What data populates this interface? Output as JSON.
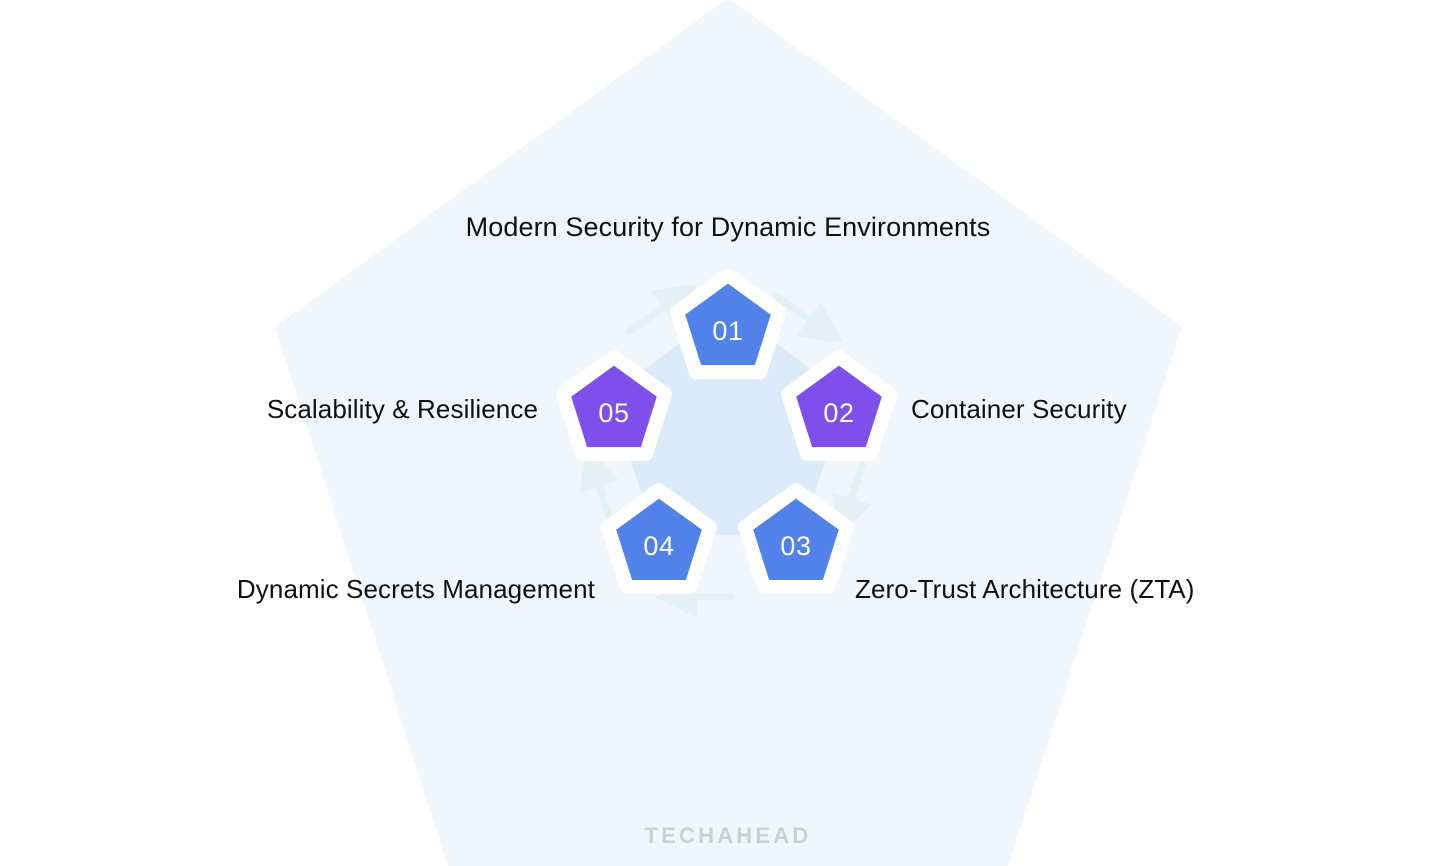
{
  "title": "Modern Security for Dynamic Environments",
  "watermark": "TECHAHEAD",
  "colors": {
    "background": "#ffffff",
    "outer_pentagon": "#f0f7fc",
    "inner_pentagon": "#dcebf9",
    "blue_node": "#5182ea",
    "purple_node": "#7f4fec",
    "node_outline": "#ffffff",
    "label_text": "#101010",
    "watermark_text": "#c9cfd6",
    "connector_arrow": "#e3f0f6"
  },
  "chart_data": {
    "type": "diagram",
    "title": "Modern Security for Dynamic Environments",
    "layout": "pentagon-cycle",
    "node_count": 5,
    "nodes": [
      {
        "number": "01",
        "label": "",
        "color": "#5182ea",
        "position": "top",
        "angle_deg": 0
      },
      {
        "number": "02",
        "label": "Container Security",
        "color": "#7f4fec",
        "position": "right",
        "angle_deg": 72
      },
      {
        "number": "03",
        "label": "Zero-Trust Architecture (ZTA)",
        "color": "#5182ea",
        "position": "bottom-right",
        "angle_deg": 144
      },
      {
        "number": "04",
        "label": "Dynamic Secrets Management",
        "color": "#5182ea",
        "position": "bottom-left",
        "angle_deg": 216
      },
      {
        "number": "05",
        "label": "Scalability & Resilience",
        "color": "#7f4fec",
        "position": "left",
        "angle_deg": 288
      }
    ]
  },
  "nodes": [
    {
      "number": "01",
      "label": "",
      "color": "#5182ea"
    },
    {
      "number": "02",
      "label": "Container Security",
      "color": "#7f4fec"
    },
    {
      "number": "03",
      "label": "Zero-Trust Architecture (ZTA)",
      "color": "#5182ea"
    },
    {
      "number": "04",
      "label": "Dynamic Secrets Management",
      "color": "#5182ea"
    },
    {
      "number": "05",
      "label": "Scalability & Resilience",
      "color": "#7f4fec"
    }
  ]
}
